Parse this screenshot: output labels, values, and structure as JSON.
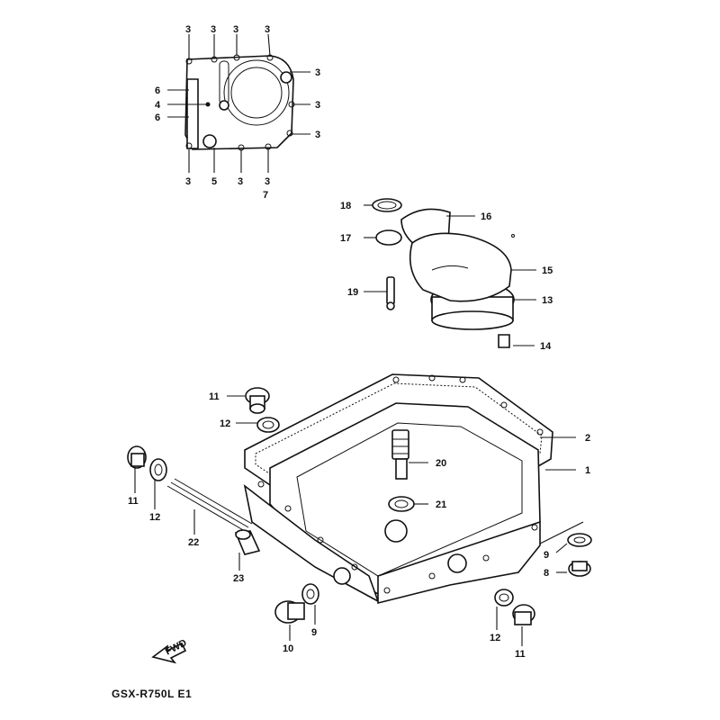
{
  "diagram": {
    "model_code": "GSX-R750L  E1",
    "direction_arrow_text": "FWD",
    "callouts": [
      {
        "id": "c-top-3a",
        "text": "3"
      },
      {
        "id": "c-top-3b",
        "text": "3"
      },
      {
        "id": "c-top-3c",
        "text": "3"
      },
      {
        "id": "c-top-3d",
        "text": "3"
      },
      {
        "id": "c-right-3a",
        "text": "3"
      },
      {
        "id": "c-right-3b",
        "text": "3"
      },
      {
        "id": "c-right-3c",
        "text": "3"
      },
      {
        "id": "c-left-6a",
        "text": "6"
      },
      {
        "id": "c-left-4",
        "text": "4"
      },
      {
        "id": "c-left-6b",
        "text": "6"
      },
      {
        "id": "c-bot-3a",
        "text": "3"
      },
      {
        "id": "c-bot-5",
        "text": "5"
      },
      {
        "id": "c-bot-3b",
        "text": "3"
      },
      {
        "id": "c-bot-3c",
        "text": "3"
      },
      {
        "id": "c-bot-7",
        "text": "7"
      },
      {
        "id": "c-18",
        "text": "18"
      },
      {
        "id": "c-16",
        "text": "16"
      },
      {
        "id": "c-17",
        "text": "17"
      },
      {
        "id": "c-15",
        "text": "15"
      },
      {
        "id": "c-19",
        "text": "19"
      },
      {
        "id": "c-13",
        "text": "13"
      },
      {
        "id": "c-14",
        "text": "14"
      },
      {
        "id": "c-11a",
        "text": "11"
      },
      {
        "id": "c-12a",
        "text": "12"
      },
      {
        "id": "c-2",
        "text": "2"
      },
      {
        "id": "c-1",
        "text": "1"
      },
      {
        "id": "c-20",
        "text": "20"
      },
      {
        "id": "c-21",
        "text": "21"
      },
      {
        "id": "c-11b",
        "text": "11"
      },
      {
        "id": "c-12b",
        "text": "12"
      },
      {
        "id": "c-22",
        "text": "22"
      },
      {
        "id": "c-23",
        "text": "23"
      },
      {
        "id": "c-9a",
        "text": "9"
      },
      {
        "id": "c-8",
        "text": "8"
      },
      {
        "id": "c-10",
        "text": "10"
      },
      {
        "id": "c-9b",
        "text": "9"
      },
      {
        "id": "c-12c",
        "text": "12"
      },
      {
        "id": "c-11c",
        "text": "11"
      }
    ]
  }
}
